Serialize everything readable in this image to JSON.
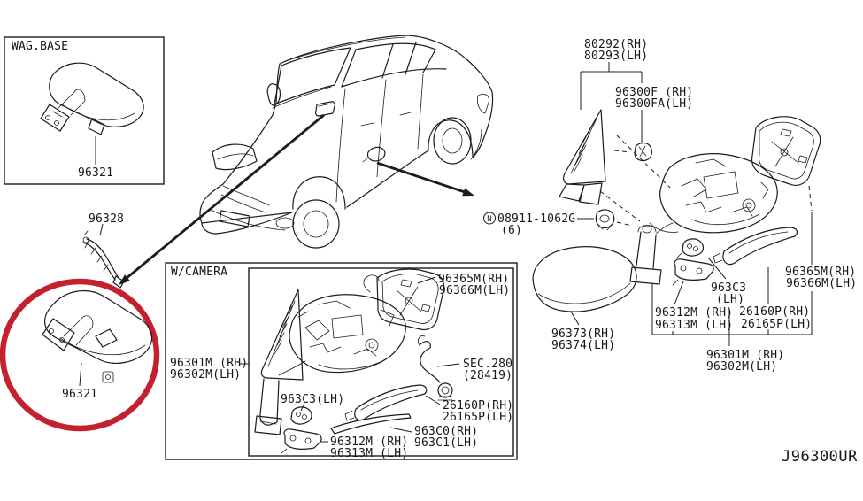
{
  "colors": {
    "line": "#1c1c1c",
    "highlight_red": "#c5202e",
    "background": "#ffffff"
  },
  "footer": {
    "diagram_code": "J96300UR"
  },
  "wag_base_inset": {
    "title": "WAG.BASE",
    "mirror_part": "96321"
  },
  "interior": {
    "harness_part": "96328",
    "circled_mirror_part": "96321"
  },
  "camera_box": {
    "title": "W/CAMERA",
    "assy_rh": "96301M (RH)",
    "assy_lh": "96302M(LH)",
    "bracket_963c3": "963C3(LH)",
    "base_rh": "96312M (RH)",
    "base_lh": "96313M (LH)",
    "glass_rh": "96365M(RH)",
    "glass_lh": "96366M(LH)",
    "sec_ref": "SEC.280",
    "sec_num": "(28419)",
    "lamp_rh": "26160P(RH)",
    "lamp_lh": "26165P(LH)",
    "trim_rh": "963C0(RH)",
    "trim_lh": "963C1(LH)"
  },
  "main_diagram": {
    "corner_rh": "80292(RH)",
    "corner_lh": "80293(LH)",
    "grommet_rh": "96300F (RH)",
    "grommet_lh": "96300FA(LH)",
    "nut_letter": "N",
    "nut_num": "08911-1062G",
    "nut_qty": "(6)",
    "cap_rh": "96373(RH)",
    "cap_lh": "96374(LH)",
    "bracket_963c3_l1": "963C3",
    "bracket_963c3_l2": "(LH)",
    "glass_rh": "96365M(RH)",
    "glass_lh": "96366M(LH)",
    "base_rh": "96312M (RH)",
    "base_lh": "96313M (LH)",
    "lamp_rh": "26160P(RH)",
    "lamp_lh": "26165P(LH)",
    "assy_rh": "96301M (RH)",
    "assy_lh": "96302M(LH)"
  }
}
